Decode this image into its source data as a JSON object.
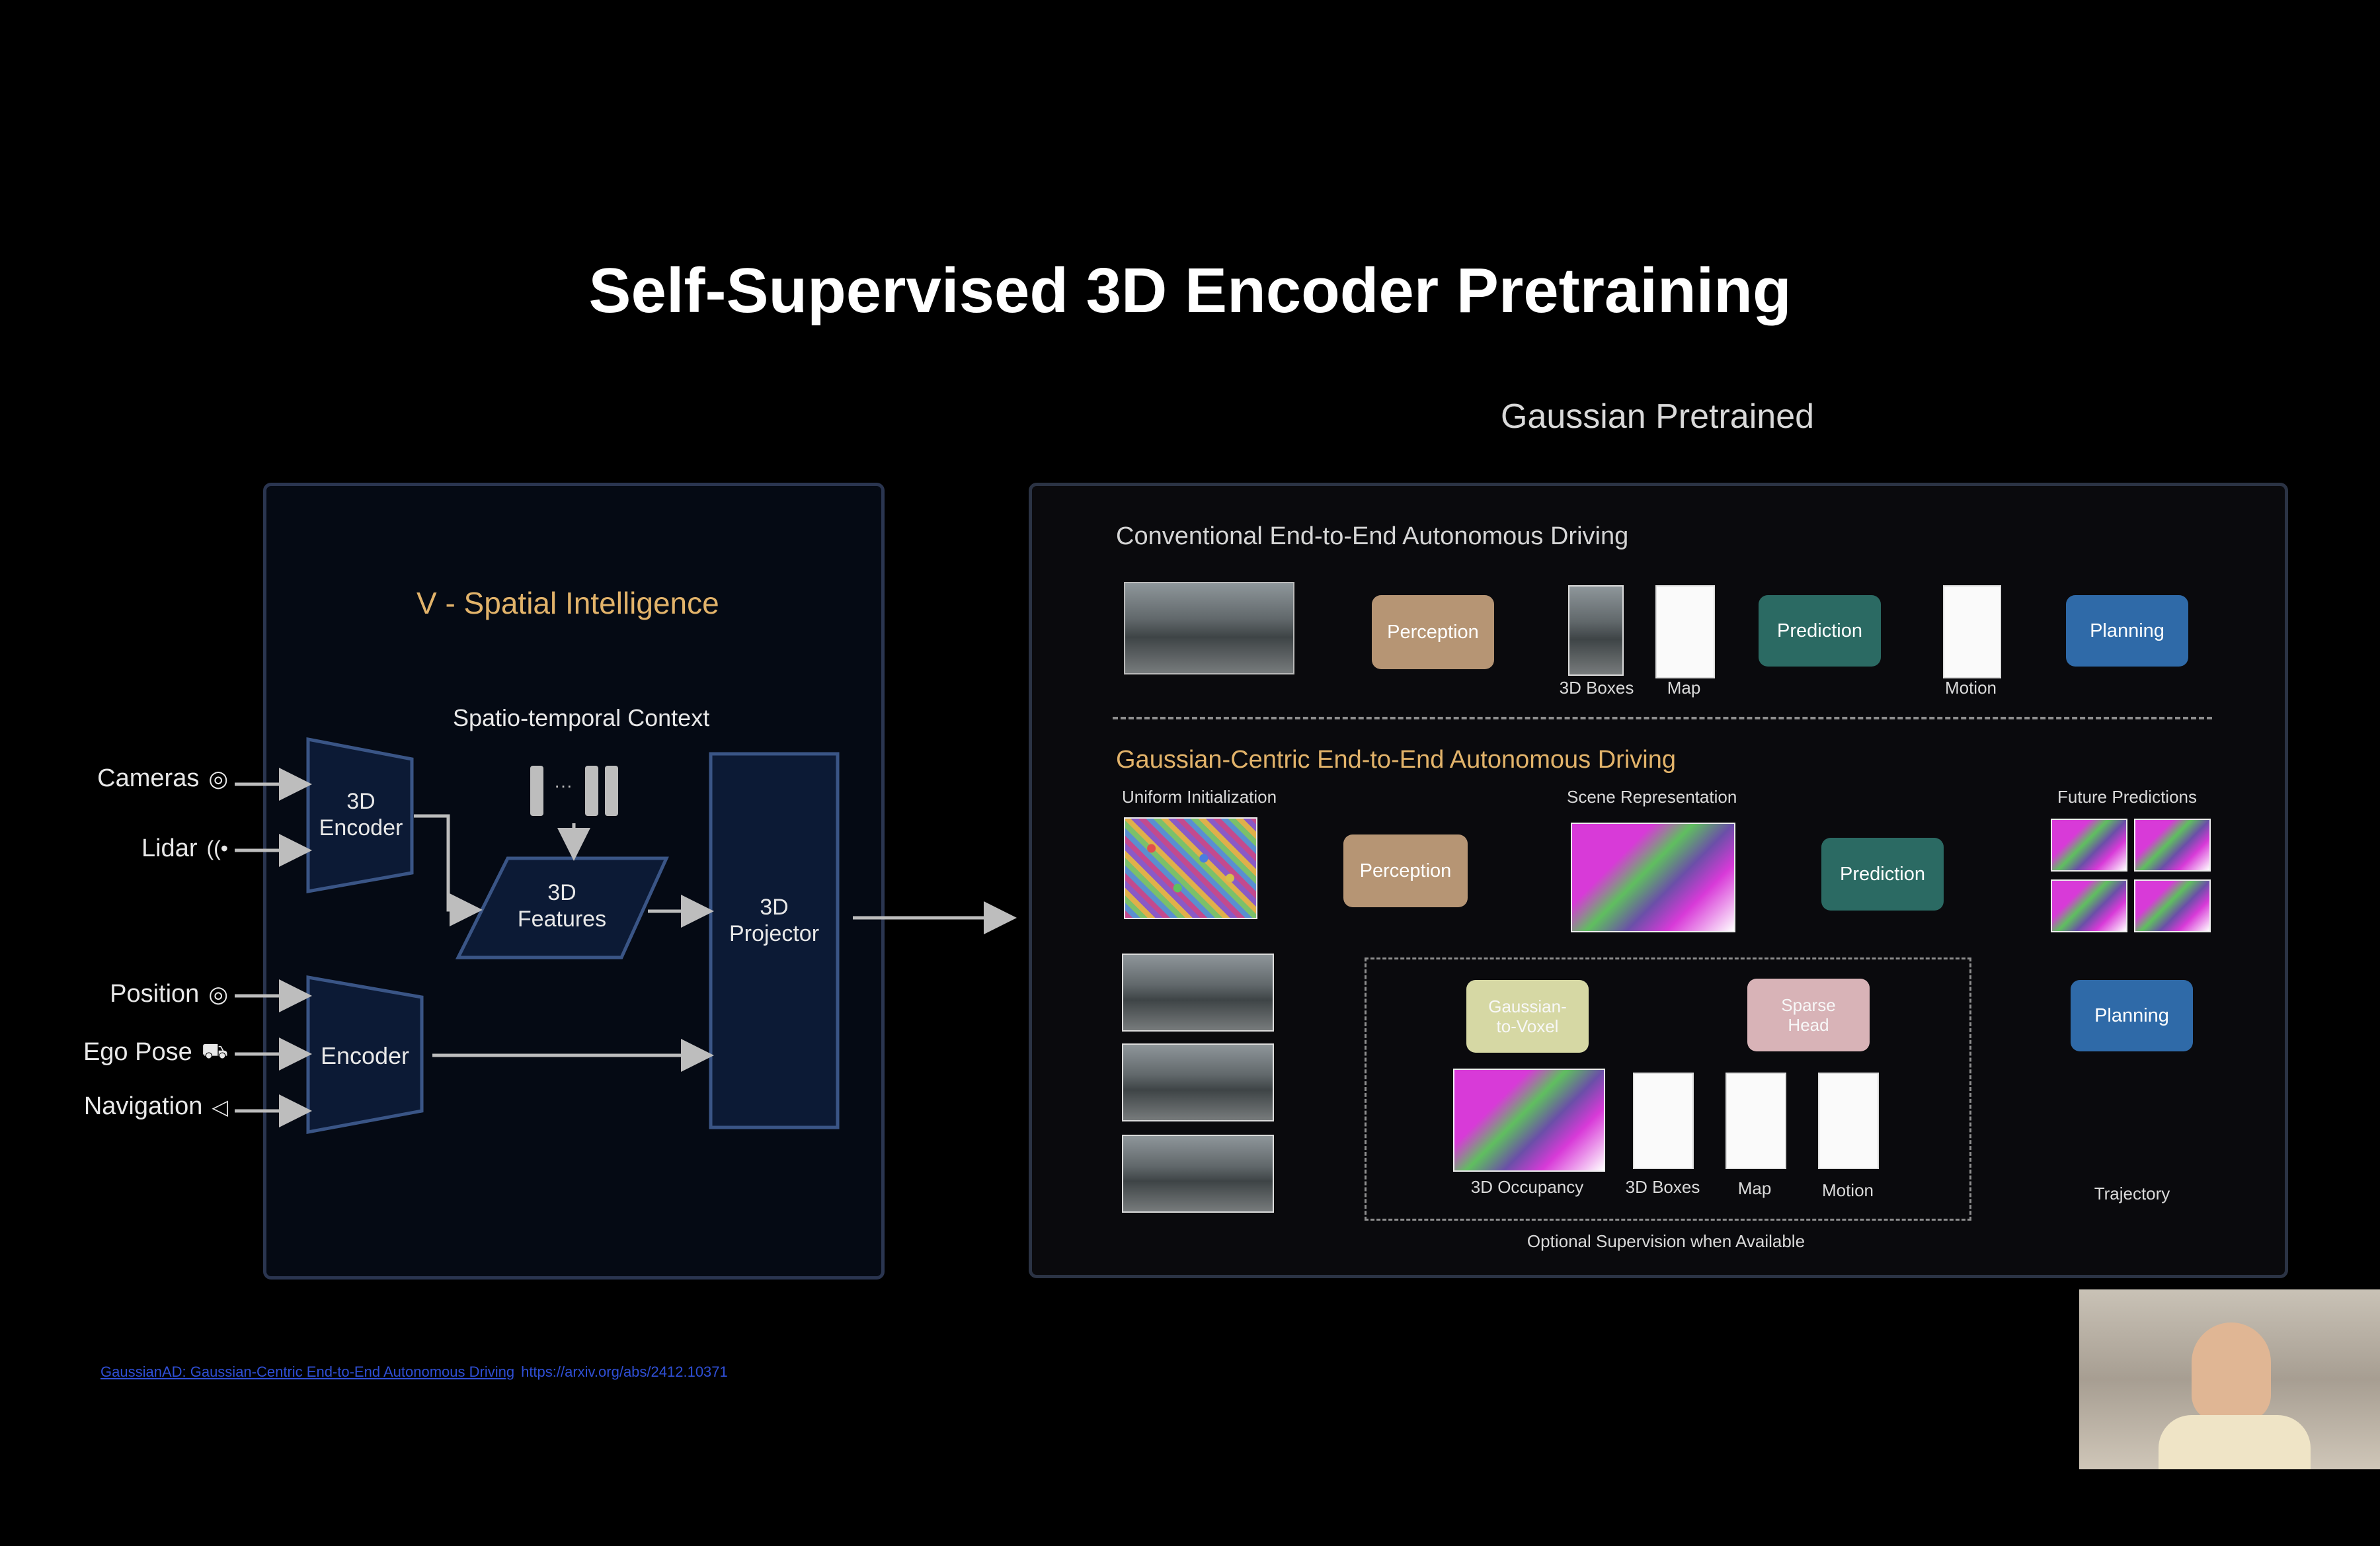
{
  "slide": {
    "title": "Self-Supervised 3D Encoder Pretraining",
    "subtitle": "Gaussian Pretrained"
  },
  "left_panel": {
    "title": "V - Spatial Intelligence",
    "context_label": "Spatio-temporal Context",
    "context_dots": "···",
    "encoder3d_label_line1": "3D",
    "encoder3d_label_line2": "Encoder",
    "features_line1": "3D",
    "features_line2": "Features",
    "projector_line1": "3D",
    "projector_line2": "Projector",
    "encoder_label": "Encoder",
    "inputs": [
      {
        "label": "Cameras",
        "icon": "camera-pin-icon",
        "glyph": "◎"
      },
      {
        "label": "Lidar",
        "icon": "lidar-icon",
        "glyph": "((•"
      },
      {
        "label": "Position",
        "icon": "location-pin-icon",
        "glyph": "◎"
      },
      {
        "label": "Ego Pose",
        "icon": "car-icon",
        "glyph": "⛟"
      },
      {
        "label": "Navigation",
        "icon": "navigation-arrow-icon",
        "glyph": "◁"
      }
    ]
  },
  "right_panel": {
    "conventional": {
      "title": "Conventional End-to-End Autonomous Driving",
      "perception": "Perception",
      "prediction": "Prediction",
      "planning": "Planning",
      "boxes_label": "3D Boxes",
      "map_label": "Map",
      "motion_label": "Motion"
    },
    "gaussian": {
      "title": "Gaussian-Centric End-to-End Autonomous Driving",
      "uniform_label": "Uniform Initialization",
      "scene_label": "Scene Representation",
      "future_label": "Future Predictions",
      "perception": "Perception",
      "prediction": "Prediction",
      "planning": "Planning",
      "trajectory_label": "Trajectory",
      "g2v_line1": "Gaussian-",
      "g2v_line2": "to-Voxel",
      "sparse_line1": "Sparse",
      "sparse_line2": "Head",
      "occupancy_label": "3D Occupancy",
      "boxes_label": "3D Boxes",
      "map_label": "Map",
      "motion_label": "Motion",
      "optional_label": "Optional Supervision when Available"
    }
  },
  "footer": {
    "paper_link": "GaussianAD: Gaussian-Centric End-to-End Autonomous Driving",
    "arxiv_link": "https://arxiv.org/abs/2412.10371"
  },
  "colors": {
    "accent_gold": "#e2b36a",
    "perception": "#b69574",
    "prediction": "#2b6a63",
    "planning": "#2f6aa8",
    "trajectory": "#a64a3c",
    "panel_border": "#2a3550"
  }
}
